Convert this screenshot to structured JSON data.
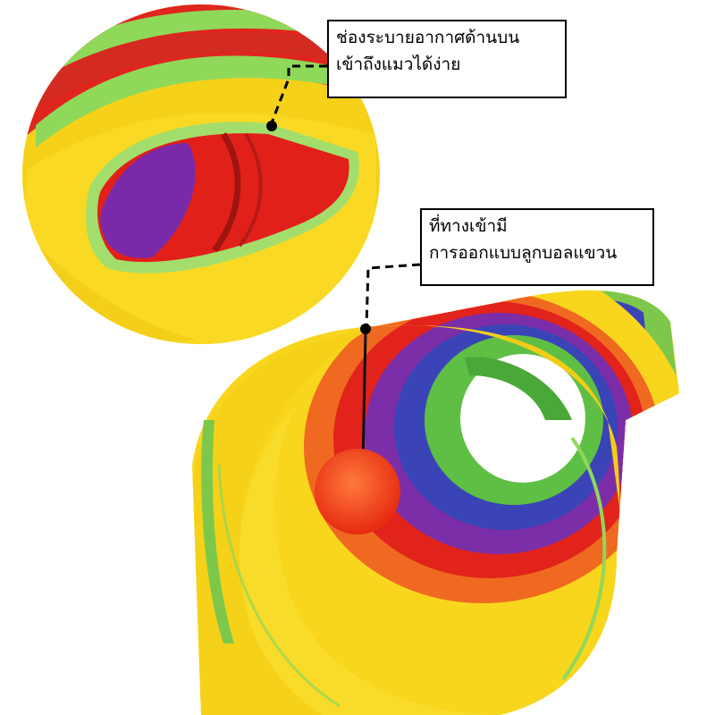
{
  "callouts": {
    "top_vent": {
      "line1": "ช่องระบายอากาศด้านบน",
      "line2": "เข้าถึงแมวได้ง่าย"
    },
    "entrance_ball": {
      "line1": "ที่ทางเข้ามี",
      "line2": "การออกแบบลูกบอลแขวน"
    }
  },
  "colors": {
    "red": "#e8211c",
    "yellow": "#f9d51c",
    "green": "#8ed35a",
    "purple": "#7b2fa6",
    "blue": "#3b47b8",
    "pompom": "#ff4a1c"
  },
  "subject": "rainbow-cat-tunnel"
}
